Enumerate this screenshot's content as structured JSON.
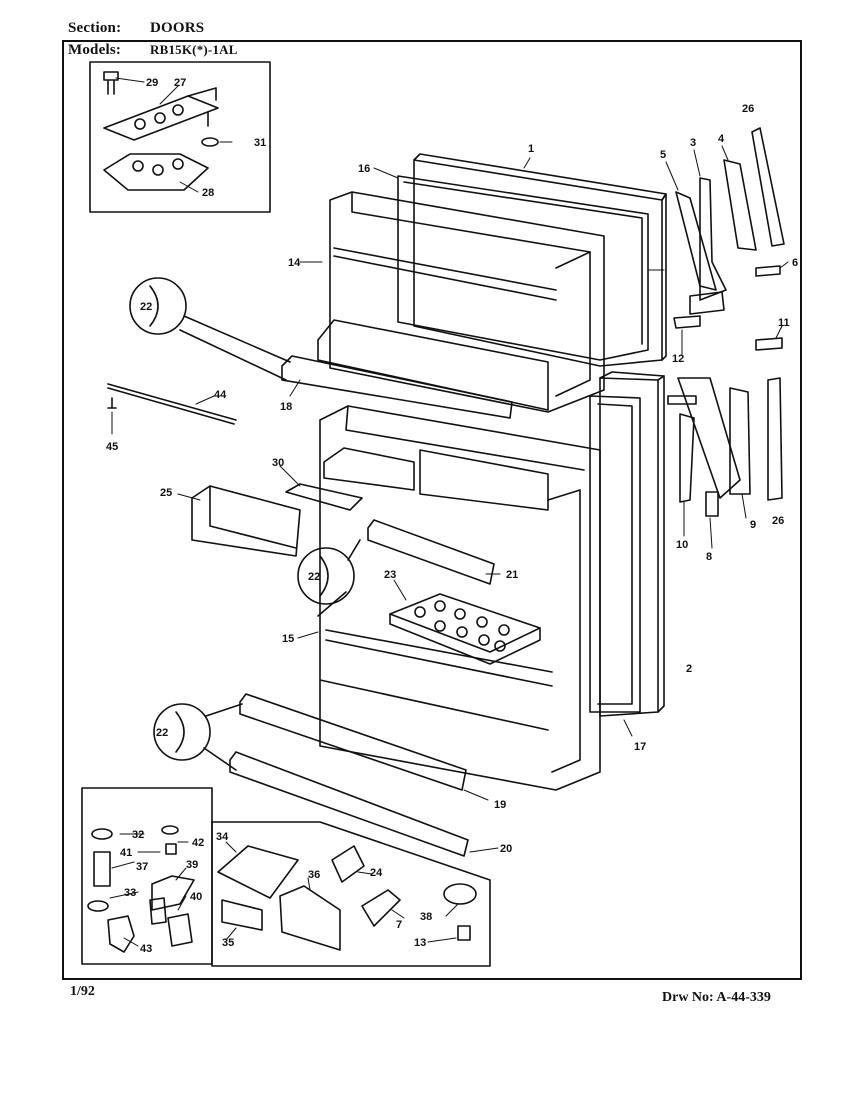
{
  "header": {
    "section_label": "Section:",
    "section_value": "DOORS",
    "models_label": "Models:",
    "models_value": "RB15K(*)-1AL"
  },
  "footer": {
    "date": "1/92",
    "drawing_no": "Drw No: A-44-339"
  },
  "callouts": [
    "1",
    "2",
    "3",
    "4",
    "5",
    "6",
    "7",
    "8",
    "9",
    "10",
    "11",
    "12",
    "13",
    "14",
    "15",
    "16",
    "17",
    "18",
    "19",
    "20",
    "21",
    "22",
    "22",
    "22",
    "23",
    "24",
    "25",
    "26",
    "26",
    "27",
    "28",
    "29",
    "30",
    "31",
    "32",
    "33",
    "34",
    "35",
    "36",
    "37",
    "38",
    "39",
    "40",
    "41",
    "42",
    "43",
    "44",
    "45"
  ]
}
